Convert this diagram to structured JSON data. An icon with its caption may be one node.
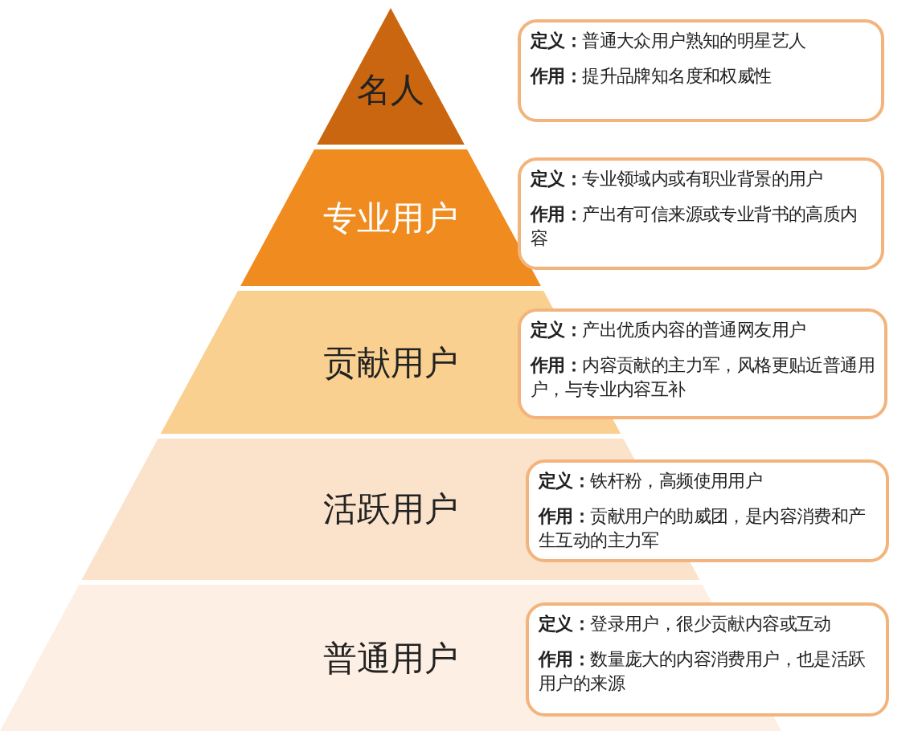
{
  "diagram": {
    "nodes": [
      {
        "text": [
          "名人"
        ]
      },
      {
        "text": [
          "专业用户"
        ]
      },
      {
        "text": [
          "贡献用户"
        ]
      },
      {
        "text": [
          "活跃用户"
        ]
      },
      {
        "text": [
          "普通用户"
        ]
      },
      {
        "text": [
          "**定义：**普通大众用户熟知的明星艺人",
          "**作用：**提升品牌知名度和权威性"
        ]
      },
      {
        "text": [
          "**定义：**专业领域内或有职业背景的用户",
          "**作用：**产出有可信来源或专业背书的高质内容"
        ]
      },
      {
        "text": [
          "**定义：**产出优质内容的普通网友用户",
          "**作用：**内容贡献的主力军，风格更贴近普通用户，与专业内容互补"
        ]
      },
      {
        "text": [
          "**定义：**铁杆粉，高频使用用户",
          "**作用：**贡献用户的助威团，是内容消费和产生互动的主力军"
        ]
      },
      {
        "text": [
          "**定义：**登录用户，很少贡献内容或互动",
          "**作用：**数量庞大的内容消费用户，也是活跃用户的来源"
        ]
      }
    ]
  }
}
